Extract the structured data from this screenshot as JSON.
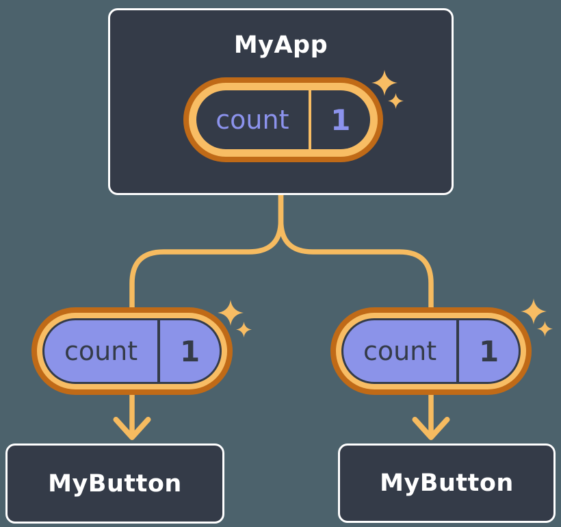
{
  "background": "#4C626C",
  "palette": {
    "node_bg": "#343B48",
    "node_border": "#FFFFFF",
    "node_title_text": "#FFFFFF",
    "ring_outer_orange": "#C06A17",
    "ring_inner_orange": "#F8BD64",
    "connector_orange": "#F6BB60",
    "state_pill_interior": "#343B48",
    "state_text_purple": "#8C93ED",
    "prop_pill_fill": "#8B93E9",
    "prop_pill_outline": "#343B48",
    "prop_text_dark": "#343B48",
    "sparkle_orange": "#F8BD64"
  },
  "tree": {
    "root": {
      "title": "MyApp",
      "state": {
        "name": "count",
        "value": "1"
      }
    },
    "children": [
      {
        "title": "MyButton",
        "prop": {
          "name": "count",
          "value": "1"
        }
      },
      {
        "title": "MyButton",
        "prop": {
          "name": "count",
          "value": "1"
        }
      }
    ]
  }
}
